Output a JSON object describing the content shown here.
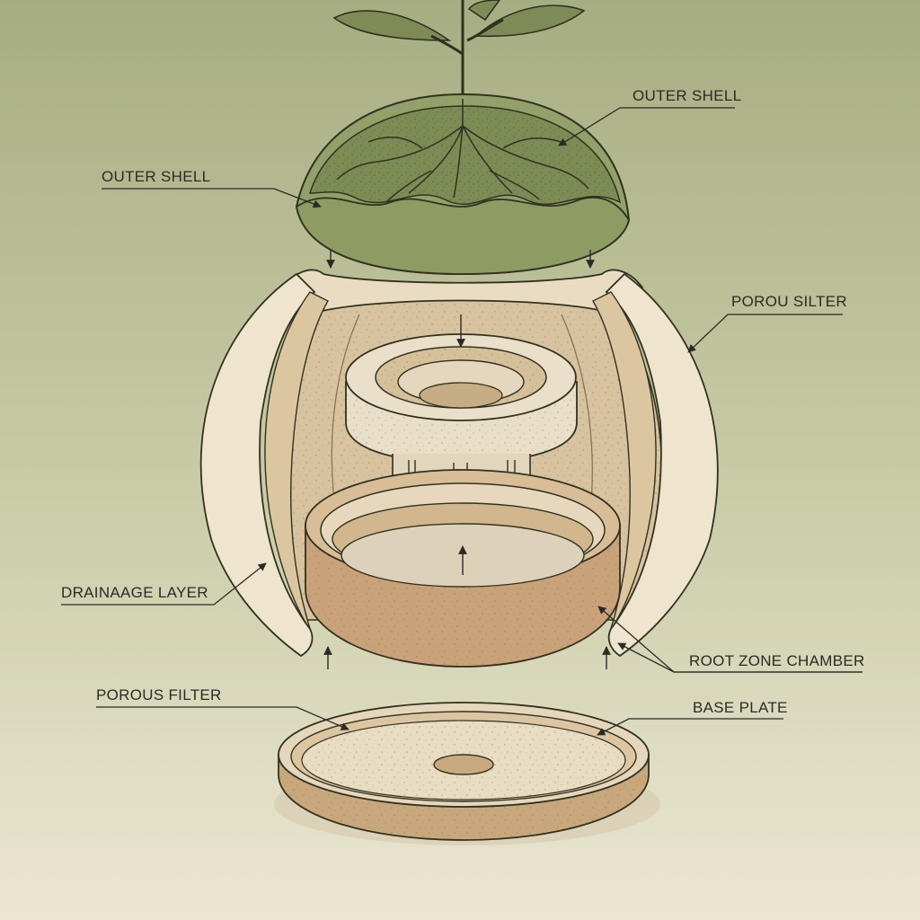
{
  "diagram": {
    "labels": {
      "outer_shell_top": "OUTER SHELL",
      "outer_shell_left": "OUTER SHELL",
      "porou_silter": "POROU SILTER",
      "drainage_layer": "DRAINAAGE LAYER",
      "root_zone_chamber": "ROOT ZONE CHAMBER",
      "porous_filter": "POROUS FILTER",
      "base_plate": "BASE PLATE"
    }
  }
}
